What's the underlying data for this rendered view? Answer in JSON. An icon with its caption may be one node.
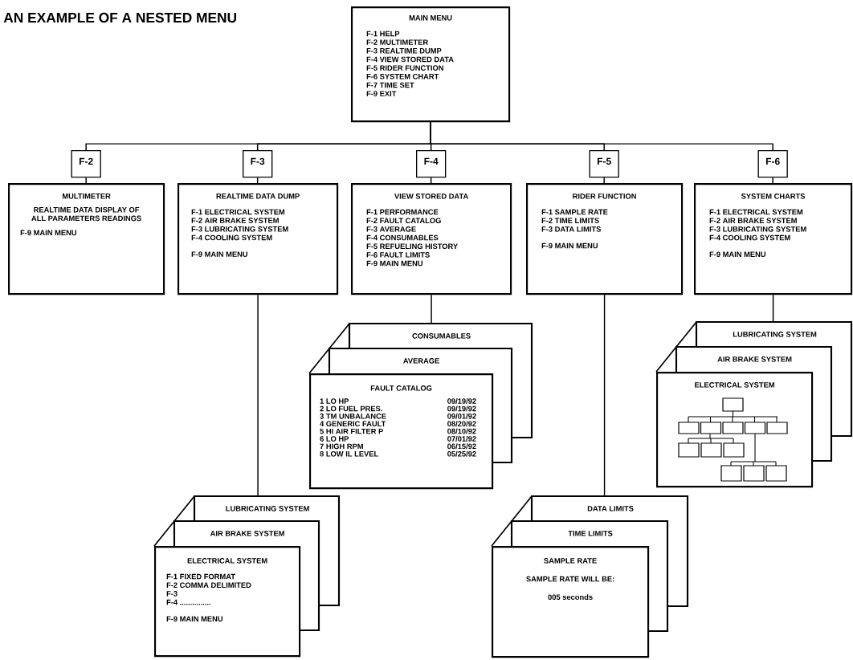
{
  "diagram": {
    "title": "AN EXAMPLE OF A NESTED MENU",
    "nodes": [
      {
        "text": [
          "MAIN MENU",
          "F-1 HELP",
          "F-2 MULTIMETER",
          "F-3 REALTIME DUMP",
          "F-4 VIEW STORED DATA",
          "F-5 RIDER FUNCTION",
          "F-6 SYSTEM CHART",
          "F-7 TIME SET",
          "F-9 EXIT"
        ]
      },
      {
        "text": [
          "F-2"
        ]
      },
      {
        "text": [
          "F-3"
        ]
      },
      {
        "text": [
          "F-4"
        ]
      },
      {
        "text": [
          "F-5"
        ]
      },
      {
        "text": [
          "F-6"
        ]
      },
      {
        "text": [
          "MULTIMETER",
          "REALTIME DATA DISPLAY OF ALL PARAMETERS READINGS",
          "F-9 MAIN MENU"
        ]
      },
      {
        "text": [
          "REALTIME DATA DUMP",
          "F-1 ELECTRICAL SYSTEM",
          "F-2 AIR BRAKE SYSTEM",
          "F-3 LUBRICATING SYSTEM",
          "F-4 COOLING SYSTEM",
          "F-9 MAIN MENU"
        ]
      },
      {
        "text": [
          "VIEW STORED DATA",
          "F-1 PERFORMANCE",
          "F-2 FAULT CATALOG",
          "F-3 AVERAGE",
          "F-4 CONSUMABLES",
          "F-5 REFUELING HISTORY",
          "F-6 FAULT LIMITS",
          "F-9 MAIN MENU"
        ]
      },
      {
        "text": [
          "RIDER FUNCTION",
          "F-1 SAMPLE RATE",
          "F-2 TIME LIMITS",
          "F-3 DATA LIMITS",
          "F-9 MAIN MENU"
        ]
      },
      {
        "text": [
          "SYSTEM CHARTS",
          "F-1 ELECTRICAL SYSTEM",
          "F-2 AIR BRAKE SYSTEM",
          "F-3 LUBRICATING SYSTEM",
          "F-4 COOLING SYSTEM",
          "F-9 MAIN MENU"
        ]
      },
      {
        "text": [
          "LUBRICATING SYSTEM"
        ]
      },
      {
        "text": [
          "AIR BRAKE SYSTEM"
        ]
      },
      {
        "text": [
          "ELECTRICAL SYSTEM",
          "F-1 FIXED FORMAT",
          "F-2 COMMA DELIMITED",
          "F-3",
          "F-4 ...............",
          "F-9 MAIN MENU"
        ]
      },
      {
        "text": [
          "CONSUMABLES"
        ]
      },
      {
        "text": [
          "AVERAGE"
        ]
      },
      {
        "text": [
          "FAULT CATALOG",
          "1 LO HP",
          "09/19/92",
          "2 LO FUEL PRES.",
          "09/19/92",
          "3 TM UNBALANCE",
          "09/01/92",
          "4 GENERIC FAULT",
          "08/20/92",
          "5 HI AIR FILTER P",
          "08/10/92",
          "6 LO HP",
          "07/01/92",
          "7 HIGH RPM",
          "06/15/92",
          "8 LOW IL LEVEL",
          "05/25/92"
        ]
      },
      {
        "text": [
          "DATA LIMITS"
        ]
      },
      {
        "text": [
          "TIME LIMITS"
        ]
      },
      {
        "text": [
          "SAMPLE RATE",
          "SAMPLE RATE WILL BE:",
          "005 seconds"
        ]
      },
      {
        "text": [
          "LUBRICATING SYSTEM"
        ]
      },
      {
        "text": [
          "AIR BRAKE SYSTEM"
        ]
      },
      {
        "text": [
          "ELECTRICAL SYSTEM"
        ]
      }
    ],
    "edges": [
      {
        "from": 0,
        "to": 1,
        "arrow": "none"
      },
      {
        "from": 0,
        "to": 2,
        "arrow": "none"
      },
      {
        "from": 0,
        "to": 3,
        "arrow": "none"
      },
      {
        "from": 0,
        "to": 4,
        "arrow": "none"
      },
      {
        "from": 0,
        "to": 5,
        "arrow": "none"
      },
      {
        "from": 1,
        "to": 6,
        "arrow": "none"
      },
      {
        "from": 2,
        "to": 7,
        "arrow": "none"
      },
      {
        "from": 3,
        "to": 8,
        "arrow": "none"
      },
      {
        "from": 4,
        "to": 9,
        "arrow": "none"
      },
      {
        "from": 5,
        "to": 10,
        "arrow": "none"
      },
      {
        "from": 7,
        "to": 11,
        "arrow": "none"
      },
      {
        "from": 8,
        "to": 14,
        "arrow": "none"
      },
      {
        "from": 9,
        "to": 17,
        "arrow": "none"
      },
      {
        "from": 10,
        "to": 20,
        "arrow": "none"
      }
    ]
  }
}
